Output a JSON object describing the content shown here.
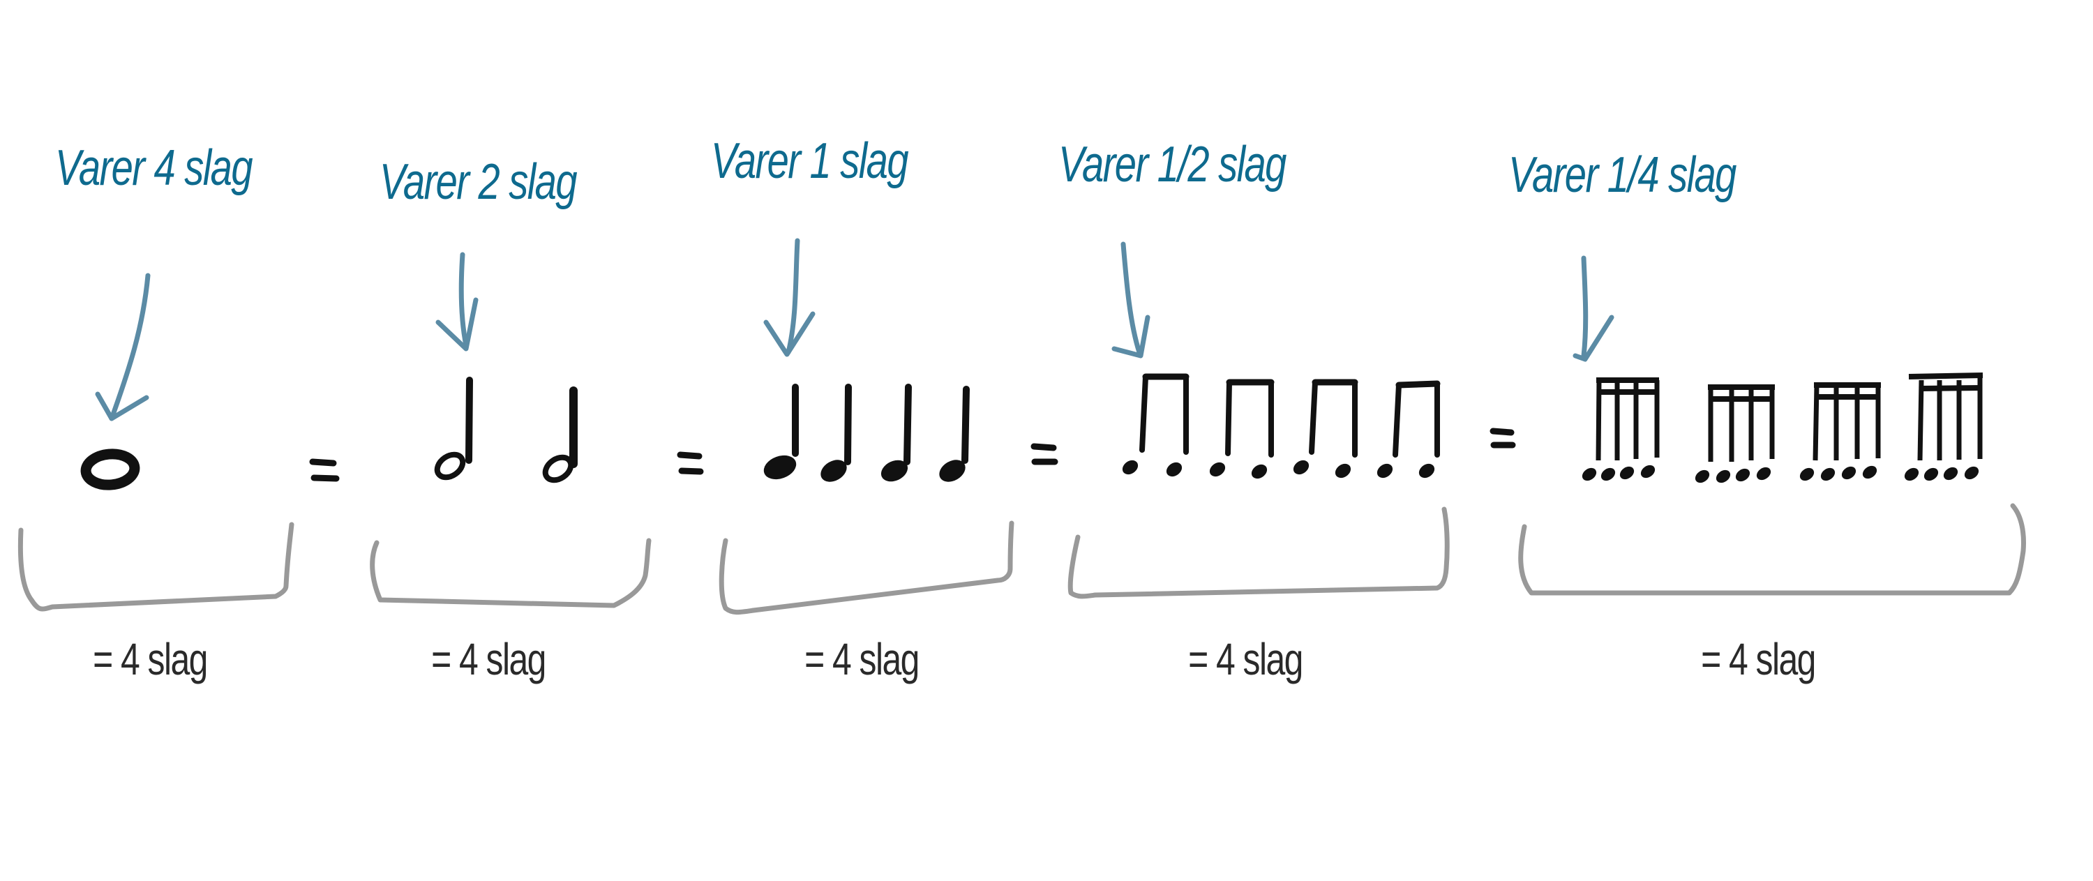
{
  "colors": {
    "label_blue": "#0e6a8e",
    "arrow_blue": "#5b8ba5",
    "note_black": "#111111",
    "bracket_gray": "#999999",
    "total_text": "#2a2a2a"
  },
  "groups": [
    {
      "note_name": "whole-note",
      "duration_label": "Varer 4 slag",
      "total_label": "= 4 slag"
    },
    {
      "note_name": "half-note",
      "duration_label": "Varer 2 slag",
      "total_label": "= 4 slag"
    },
    {
      "note_name": "quarter-note",
      "duration_label": "Varer 1 slag",
      "total_label": "= 4 slag"
    },
    {
      "note_name": "eighth-note",
      "duration_label": "Varer 1/2 slag",
      "total_label": "= 4 slag"
    },
    {
      "note_name": "sixteenth-note",
      "duration_label": "Varer 1/4 slag",
      "total_label": "= 4 slag"
    }
  ],
  "equals_sign": "="
}
